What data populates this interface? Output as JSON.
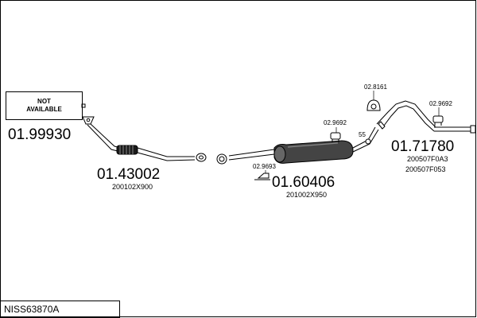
{
  "not_available": {
    "line1": "NOT",
    "line2": "AVAILABLE"
  },
  "parts": {
    "front_pipe": {
      "number": "01.99930"
    },
    "center_pipe": {
      "number": "01.43002",
      "ref": "200102X900"
    },
    "middle_silencer": {
      "number": "01.60406",
      "ref": "201002X950"
    },
    "rear_silencer": {
      "number": "01.71780",
      "ref1": "200507F0A3",
      "ref2": "200507F053"
    }
  },
  "accessories": {
    "a1": "02.9693",
    "a2": "02.9692",
    "a3": "02.8161",
    "a4": "02.9692",
    "a5": "55"
  },
  "footer": {
    "code": "NISS63870A"
  }
}
